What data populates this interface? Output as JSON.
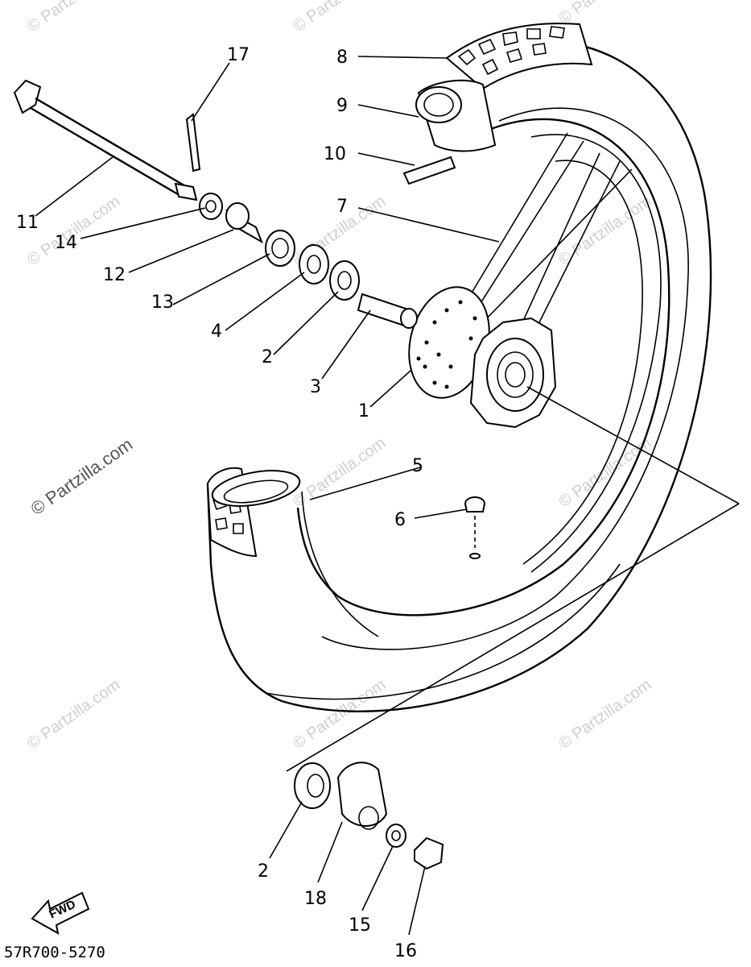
{
  "diagram": {
    "catalog_code": "57R700-5270",
    "direction_label": "FWD",
    "watermark": "© Partzilla.com",
    "callouts": [
      "1",
      "2",
      "3",
      "4",
      "5",
      "6",
      "7",
      "8",
      "9",
      "10",
      "11",
      "12",
      "13",
      "14",
      "15",
      "16",
      "17",
      "18",
      "2"
    ]
  }
}
